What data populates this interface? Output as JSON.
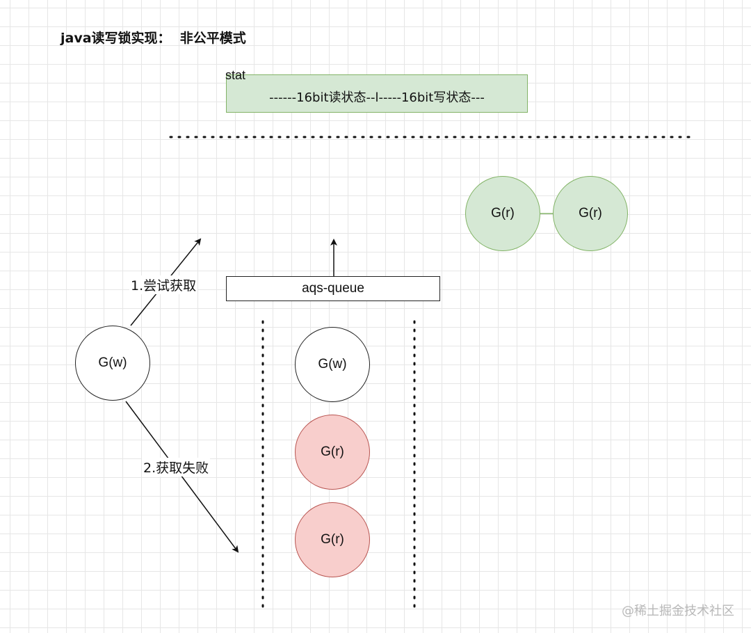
{
  "title": "java读写锁实现：  非公平模式",
  "stat": {
    "label": "stat",
    "content": "------16bit读状态--l-----16bit写状态---"
  },
  "queue": {
    "label": "aqs-queue"
  },
  "nodes": {
    "writer": "G(w)",
    "queue_writer": "G(w)",
    "queue_reader_1": "G(r)",
    "queue_reader_2": "G(r)",
    "holder_reader_1": "G(r)",
    "holder_reader_2": "G(r)"
  },
  "edges": {
    "try_acquire": "1.尝试获取",
    "acquire_failed": "2.获取失败"
  },
  "colors": {
    "green_fill": "#d5e8d4",
    "green_stroke": "#82b366",
    "red_fill": "#f8cecc",
    "red_stroke": "#b85450"
  },
  "watermark": "@稀土掘金技术社区"
}
